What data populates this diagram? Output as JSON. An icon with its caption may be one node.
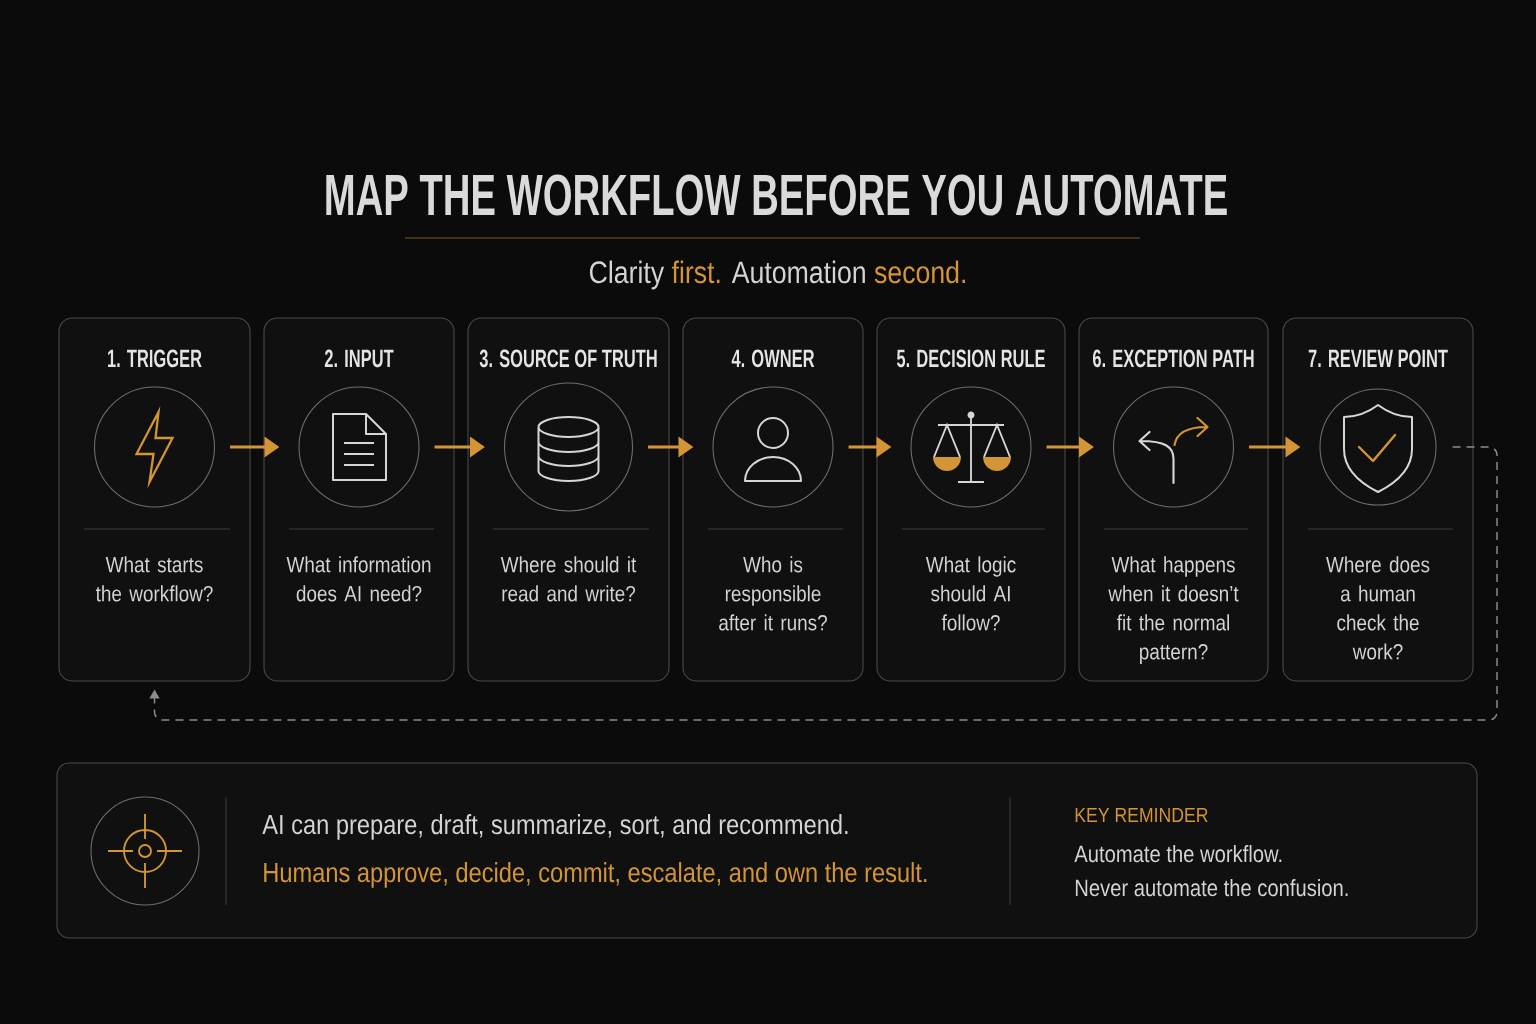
{
  "diagram": {
    "title": "MAP THE WORKFLOW BEFORE YOU AUTOMATE",
    "nodes": [
      {
        "text": [
          "1. TRIGGER",
          "What starts the workflow?"
        ]
      },
      {
        "text": [],
        "shape": "circle",
        "in": 0
      },
      {
        "text": [
          "2. INPUT",
          "What information does AI need?"
        ]
      },
      {
        "text": [],
        "shape": "circle",
        "in": 2
      },
      {
        "text": [
          "3. SOURCE OF TRUTH",
          "Where should it read and write?"
        ]
      },
      {
        "text": [],
        "shape": "circle",
        "in": 4
      },
      {
        "text": [
          "4. OWNER",
          "Who is responsible after it runs?"
        ]
      },
      {
        "text": [],
        "shape": "circle",
        "in": 6
      },
      {
        "text": [
          "5. DECISION RULE",
          "What logic should AI follow?"
        ]
      },
      {
        "text": [],
        "shape": "circle",
        "in": 8
      },
      {
        "text": [
          "6. EXCEPTION PATH",
          "What happens when it doesn’t fit the normal pattern?"
        ]
      },
      {
        "text": [],
        "shape": "circle",
        "in": 10
      },
      {
        "text": [
          "7. REVIEW POINT",
          "Where does a human check the work?"
        ]
      },
      {
        "text": [],
        "shape": "circle",
        "in": 12
      },
      {
        "text": [
          "AI can prepare, draft, summarize, sort, and recommend.",
          "Humans approve, decide, commit, escalate, and own the result.",
          "KEY REMINDER",
          "Automate the workflow.",
          "Never automate the confusion."
        ]
      }
    ],
    "edges": [
      {
        "from": 1,
        "to": 3,
        "arrow": "to"
      },
      {
        "from": 3,
        "to": 5,
        "arrow": "to"
      },
      {
        "from": 5,
        "to": 7,
        "arrow": "to"
      },
      {
        "from": 7,
        "to": 9,
        "arrow": "to"
      },
      {
        "from": 9,
        "to": 11,
        "arrow": "to"
      },
      {
        "from": 11,
        "to": 13,
        "arrow": "to"
      },
      {
        "from": 13,
        "to": 0,
        "arrow": "to",
        "style": "dashed",
        "color": "#8c8c8c"
      }
    ],
    "labels": [
      "Clarity",
      "first.",
      "Automation",
      "second."
    ]
  }
}
